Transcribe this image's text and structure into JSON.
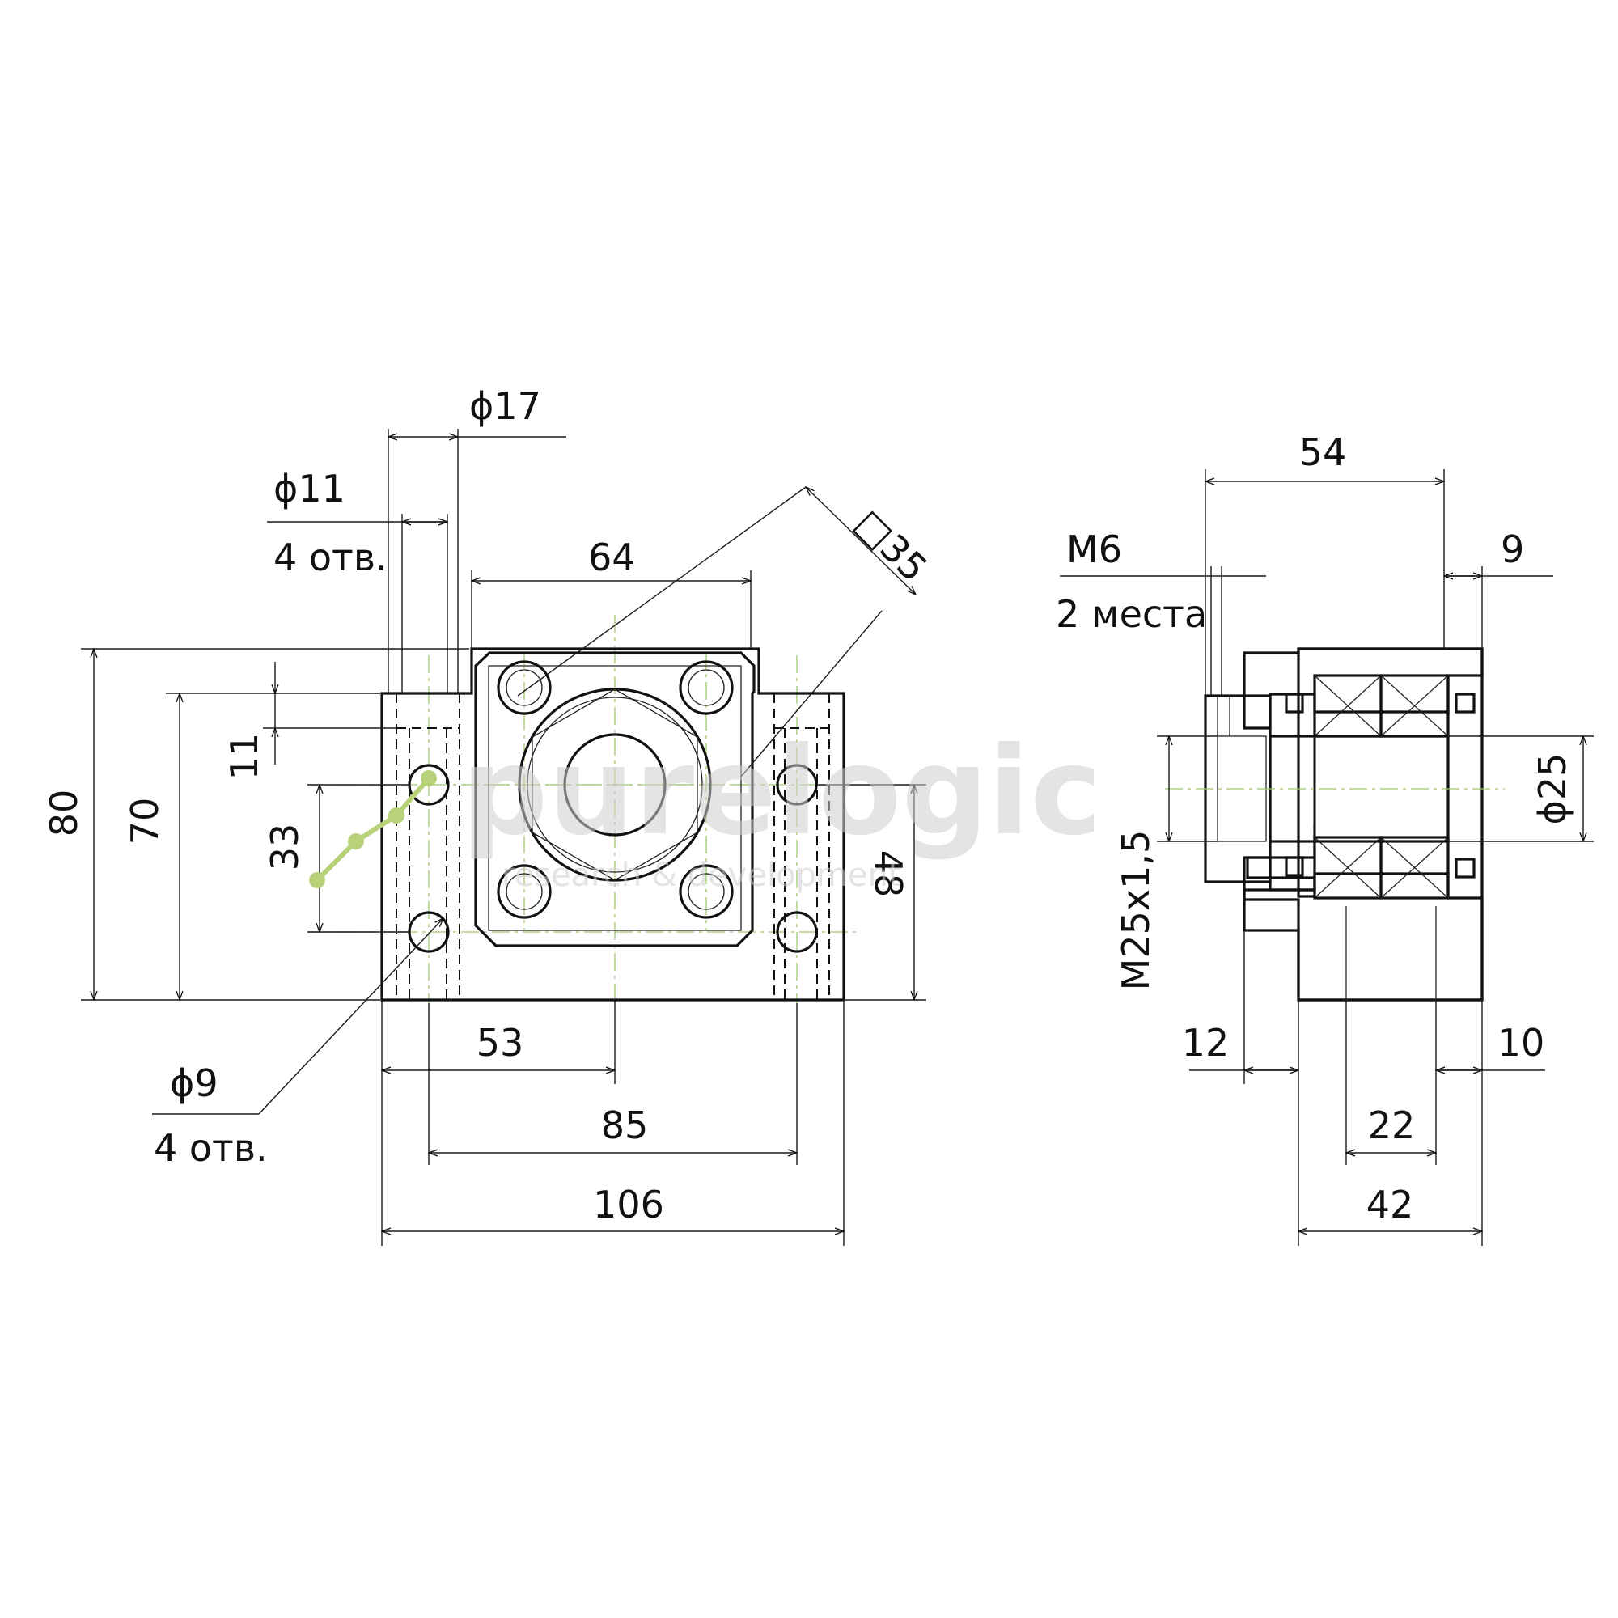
{
  "front_view": {
    "dims": {
      "d17": "ϕ17",
      "d11": "ϕ11",
      "holes_top": "4 отв.",
      "w64": "64",
      "sq35": "□35",
      "h80": "80",
      "h70": "70",
      "h11": "11",
      "h33": "33",
      "h48": "48",
      "w53": "53",
      "w85": "85",
      "w106": "106",
      "d9": "ϕ9",
      "holes_bottom": "4 отв."
    }
  },
  "side_view": {
    "dims": {
      "w54": "54",
      "m6": "M6",
      "m6_places": "2 места",
      "w9": "9",
      "d25": "ϕ25",
      "thread": "M25x1,5",
      "w12": "12",
      "w10": "10",
      "w22": "22",
      "w42": "42"
    }
  },
  "watermark": {
    "brand": "purelogic",
    "tagline": "research & development"
  },
  "colors": {
    "line": "#111111",
    "centerline": "#9fc86a",
    "logo": "#b8d27a",
    "watermark": "#cfcfcf"
  }
}
